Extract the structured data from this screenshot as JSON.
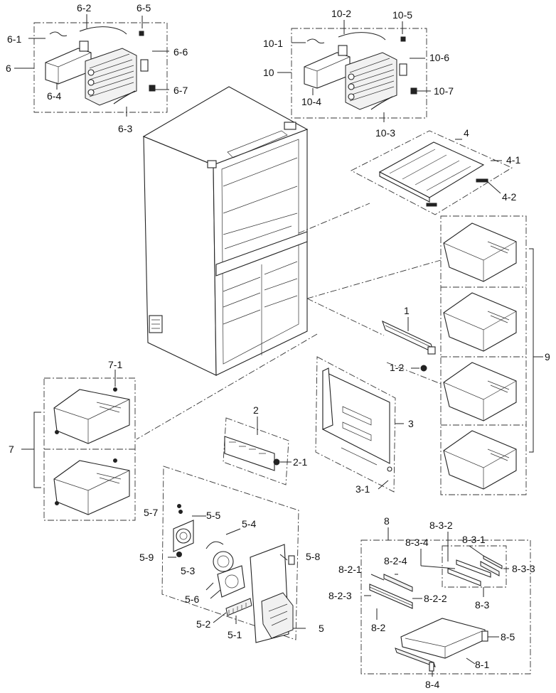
{
  "labels": {
    "l6_1": "6-1",
    "l6_2": "6-2",
    "l6_5": "6-5",
    "l6": "6",
    "l6_6": "6-6",
    "l6_4": "6-4",
    "l6_7": "6-7",
    "l6_3": "6-3",
    "l10_2": "10-2",
    "l10_5": "10-5",
    "l10_1": "10-1",
    "l10_6": "10-6",
    "l10": "10",
    "l10_4": "10-4",
    "l10_7": "10-7",
    "l10_3": "10-3",
    "l4": "4",
    "l4_1": "4-1",
    "l4_2": "4-2",
    "l1": "1",
    "l1_2": "1-2",
    "l9": "9",
    "l7_1": "7-1",
    "l7": "7",
    "l2": "2",
    "l2_1": "2-1",
    "l3": "3",
    "l3_1": "3-1",
    "l5_7": "5-7",
    "l5_5": "5-5",
    "l5_4": "5-4",
    "l5_9": "5-9",
    "l5_8": "5-8",
    "l5_3": "5-3",
    "l5_6": "5-6",
    "l5_2": "5-2",
    "l5_1": "5-1",
    "l5": "5",
    "l8": "8",
    "l8_3_2": "8-3-2",
    "l8_3_4": "8-3-4",
    "l8_3_1": "8-3-1",
    "l8_2_4": "8-2-4",
    "l8_2_1": "8-2-1",
    "l8_3_3": "8-3-3",
    "l8_2_2": "8-2-2",
    "l8_2_3": "8-2-3",
    "l8_3": "8-3",
    "l8_2": "8-2",
    "l8_5": "8-5",
    "l8_1": "8-1",
    "l8_4": "8-4"
  }
}
